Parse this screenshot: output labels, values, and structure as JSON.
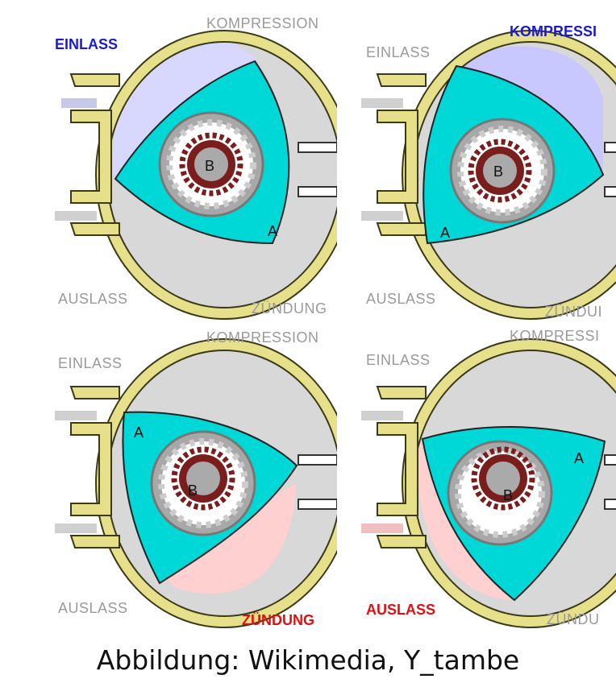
{
  "panels": [
    {
      "labels": {
        "einlass": "EINLASS",
        "kompression": "KOMPRESSION",
        "auslass": "AUSLASS",
        "zuendung": "ZÜNDUNG"
      },
      "active": "einlass",
      "rotor": {
        "a": "A",
        "b": "B"
      }
    },
    {
      "labels": {
        "einlass": "EINLASS",
        "kompression": "KOMPRESSI",
        "auslass": "AUSLASS",
        "zuendung": "ZÜNDUI"
      },
      "active": "kompression",
      "rotor": {
        "a": "A",
        "b": "B"
      }
    },
    {
      "labels": {
        "einlass": "EINLASS",
        "kompression": "KOMPRESSION",
        "auslass": "AUSLASS",
        "zuendung": "ZÜNDUNG"
      },
      "active": "zuendung",
      "rotor": {
        "a": "A",
        "b": "B"
      }
    },
    {
      "labels": {
        "einlass": "EINLASS",
        "kompression": "KOMPRESSI",
        "auslass": "AUSLASS",
        "zuendung": "ZÜNDU"
      },
      "active": "auslass",
      "rotor": {
        "a": "A",
        "b": "B"
      }
    }
  ],
  "caption": "Abbildung: Wikimedia, Y_tambe",
  "colors": {
    "housing": "#e6e08a",
    "housing_stroke": "#3a3a1a",
    "rotor": "#00d8d8",
    "intake": "#d8d8ff",
    "compress": "#c8c8ff",
    "exhaust": "#ffd0d0",
    "idle": "#d8d8d8",
    "gear": "#7a1d1d",
    "gear_ring": "#a8a8a8"
  }
}
